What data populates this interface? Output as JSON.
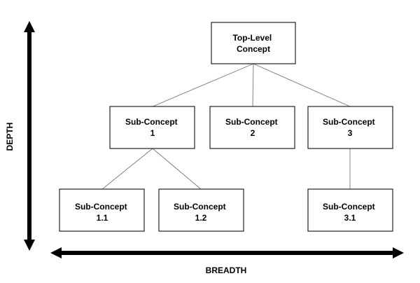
{
  "axes": {
    "vertical_label": "DEPTH",
    "horizontal_label": "BREADTH"
  },
  "nodes": {
    "top": {
      "line1": "Top-Level",
      "line2": "Concept"
    },
    "sub1": {
      "line1": "Sub-Concept",
      "line2": "1"
    },
    "sub2": {
      "line1": "Sub-Concept",
      "line2": "2"
    },
    "sub3": {
      "line1": "Sub-Concept",
      "line2": "3"
    },
    "sub11": {
      "line1": "Sub-Concept",
      "line2": "1.1"
    },
    "sub12": {
      "line1": "Sub-Concept",
      "line2": "1.2"
    },
    "sub31": {
      "line1": "Sub-Concept",
      "line2": "3.1"
    }
  },
  "edges": [
    [
      "top",
      "sub1"
    ],
    [
      "top",
      "sub2"
    ],
    [
      "top",
      "sub3"
    ],
    [
      "sub1",
      "sub11"
    ],
    [
      "sub1",
      "sub12"
    ],
    [
      "sub3",
      "sub31"
    ]
  ]
}
